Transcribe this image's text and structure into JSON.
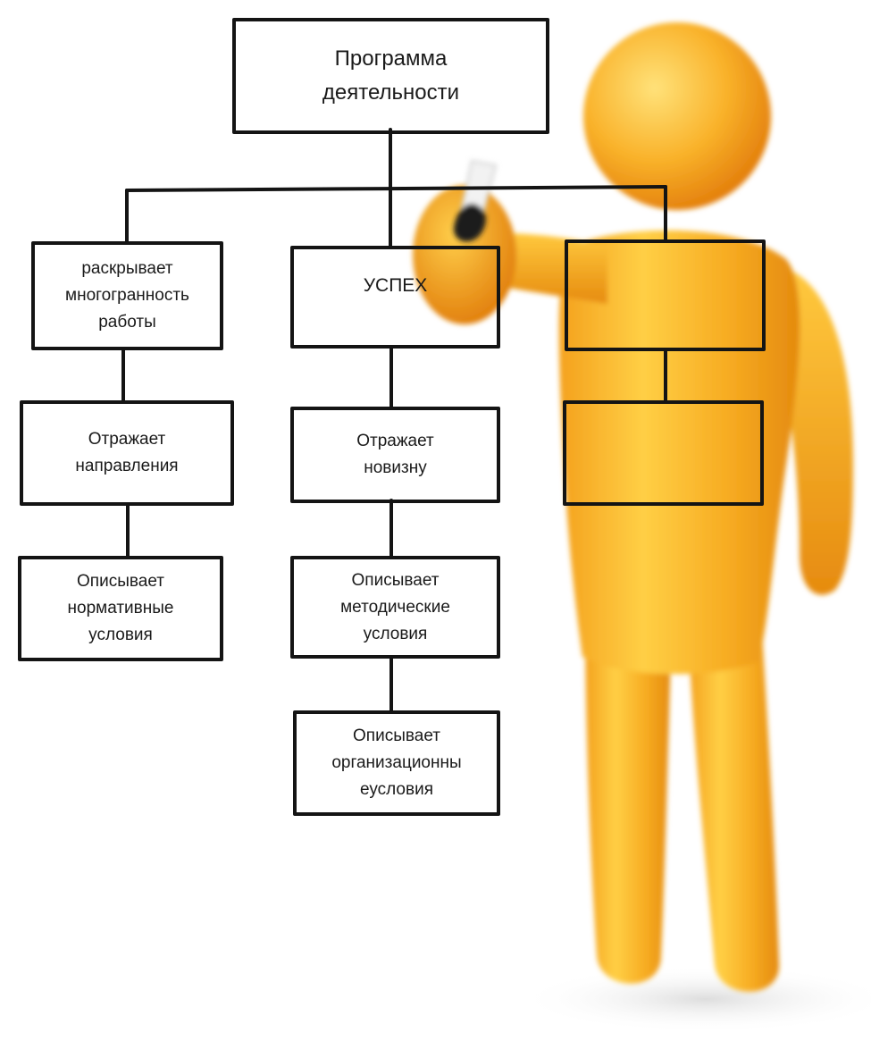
{
  "diagram": {
    "root": {
      "label": "Программа\nдеятельности"
    },
    "column_left": {
      "level1": "раскрывает\nмногогранность\nработы",
      "level2": "Отражает\nнаправления",
      "level3": "Описывает\nнормативные\nусловия"
    },
    "column_middle": {
      "level1": "УСПЕХ",
      "level2": "Отражает\nновизну",
      "level3": "Описывает\nметодические\nусловия",
      "level4": "Описывает\nорганизационны\nеусловия"
    },
    "column_right": {
      "level1": "",
      "level2": ""
    }
  },
  "colors": {
    "figure_main": "#f7a51c",
    "figure_highlight": "#ffd35c",
    "figure_shadow": "#e07a08",
    "ink": "#141414",
    "background": "#ffffff"
  }
}
